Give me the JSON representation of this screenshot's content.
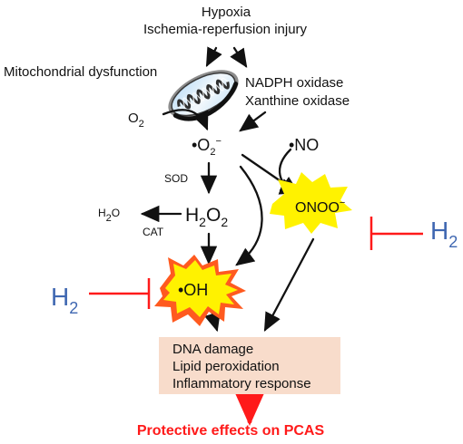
{
  "diagram": {
    "nodes": {
      "hypoxia": "Hypoxia",
      "ischemia": "Ischemia-reperfusion injury",
      "mitochondrial_dysfunction": "Mitochondrial dysfunction",
      "nadph_oxidase": "NADPH oxidase",
      "xanthine_oxidase": "Xanthine oxidase",
      "oxygen_main": "O",
      "oxygen_subscript": "2",
      "superoxide_prefix": "•O",
      "superoxide_subscript": "2",
      "superoxide_charge": "−",
      "nitric_oxide": "•NO",
      "sod": "SOD",
      "cat": "CAT",
      "water_main": "H",
      "water_subscript": "2",
      "water_suffix": "O",
      "hydrogen_peroxide_main": "H",
      "hydrogen_peroxide_sub1": "2",
      "hydrogen_peroxide_mid": "O",
      "hydrogen_peroxide_sub2": "2",
      "hydroxyl_radical": "•OH",
      "peroxynitrite_main": "ONOO",
      "peroxynitrite_charge": "−",
      "h2_right_main": "H",
      "h2_right_subscript": "2",
      "h2_left_main": "H",
      "h2_left_subscript": "2"
    },
    "damage_box": {
      "lines": [
        "DNA damage",
        "Lipid peroxidation",
        "Inflammatory response"
      ]
    },
    "output_text": "Protective effects on PCAS",
    "colors": {
      "arrow": "#111111",
      "inhibition": "#ff1a1a",
      "hydrogen": "#3f67b1",
      "burst_fill": "#fff200",
      "burst_outer": "#ff5a1f",
      "box_fill": "#f8dccb",
      "output": "#ff1a1a",
      "mito_dark": "#222222",
      "mito_light": "#d6ecfb"
    },
    "icons": {
      "mitochondrion": "mitochondrion-icon",
      "hydroxyl_burst": "explosion-icon",
      "peroxynitrite_burst": "explosion-icon"
    }
  }
}
